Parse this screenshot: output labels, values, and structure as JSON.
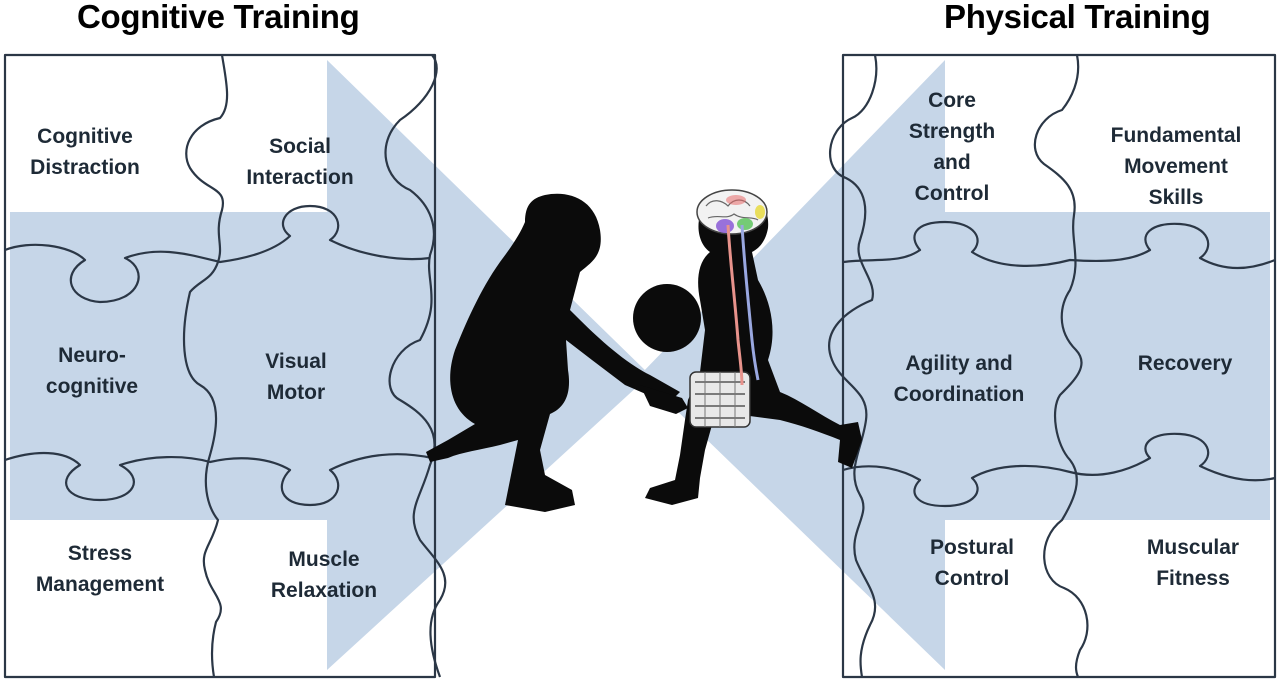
{
  "titles": {
    "left": "Cognitive Training",
    "right": "Physical Training"
  },
  "cognitive_pieces": [
    "Cognitive\nDistraction",
    "Social\nInteraction",
    "Neuro-\ncognitive",
    "Visual\nMotor",
    "Stress\nManagement",
    "Muscle\nRelaxation"
  ],
  "physical_pieces": [
    "Core\nStrength\nand\nControl",
    "Fundamental\nMovement\nSkills",
    "Agility and\nCoordination",
    "Recovery",
    "Postural\nControl",
    "Muscular\nFitness"
  ],
  "colors": {
    "arrow_fill": "#c6d6e8",
    "puzzle_outline": "#2b3746",
    "silhouette": "#0b0b0b",
    "label_text": "#1e2a36",
    "spine_red": "#e8938c",
    "spine_blue": "#9aa8e0"
  },
  "icons": {
    "adult": "adult-silhouette-icon",
    "child": "child-silhouette-icon",
    "ball": "ball-icon",
    "brain": "brain-icon",
    "exoskeleton": "exoskeleton-icon"
  }
}
